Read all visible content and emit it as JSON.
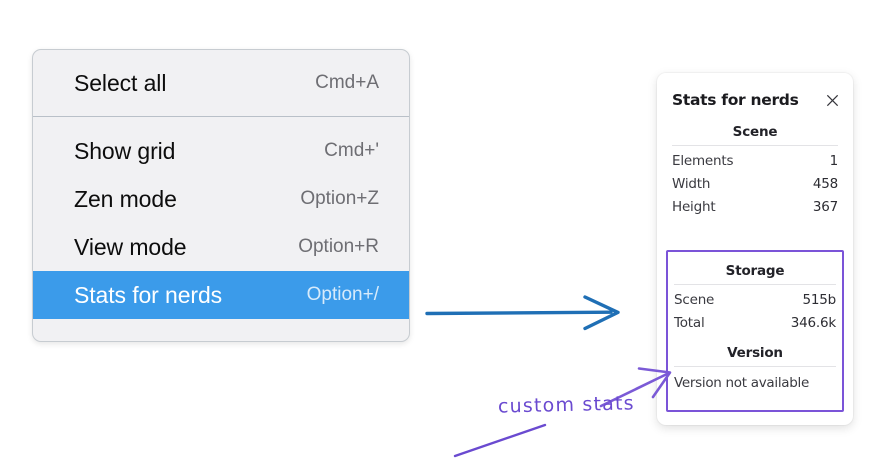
{
  "context_menu": {
    "groups": [
      {
        "items": [
          {
            "label": "Select all",
            "shortcut": "Cmd+A",
            "selected": false
          }
        ]
      },
      {
        "items": [
          {
            "label": "Show grid",
            "shortcut": "Cmd+'",
            "selected": false
          },
          {
            "label": "Zen mode",
            "shortcut": "Option+Z",
            "selected": false
          },
          {
            "label": "View mode",
            "shortcut": "Option+R",
            "selected": false
          },
          {
            "label": "Stats for nerds",
            "shortcut": "Option+/",
            "selected": true
          }
        ]
      }
    ]
  },
  "stats_panel": {
    "title": "Stats for nerds",
    "close_icon": "close-icon",
    "scene": {
      "heading": "Scene",
      "rows": [
        {
          "label": "Elements",
          "value": "1"
        },
        {
          "label": "Width",
          "value": "458"
        },
        {
          "label": "Height",
          "value": "367"
        }
      ]
    },
    "storage": {
      "heading": "Storage",
      "rows": [
        {
          "label": "Scene",
          "value": "515b"
        },
        {
          "label": "Total",
          "value": "346.6k"
        }
      ]
    },
    "version": {
      "heading": "Version",
      "text": "Version not available"
    }
  },
  "annotations": {
    "handwritten_label": "custom stats",
    "blue_arrow": "arrow-right-icon",
    "purple_arrow": "arrow-up-right-icon",
    "purple_underline": "pointer-line-icon"
  },
  "colors": {
    "menu_highlight": "#3b9bea",
    "menu_background": "#f1f1f3",
    "custom_region_border": "#7b54d8",
    "blue_arrow": "#1f6fb5",
    "purple_ink": "#6a4ad0"
  }
}
